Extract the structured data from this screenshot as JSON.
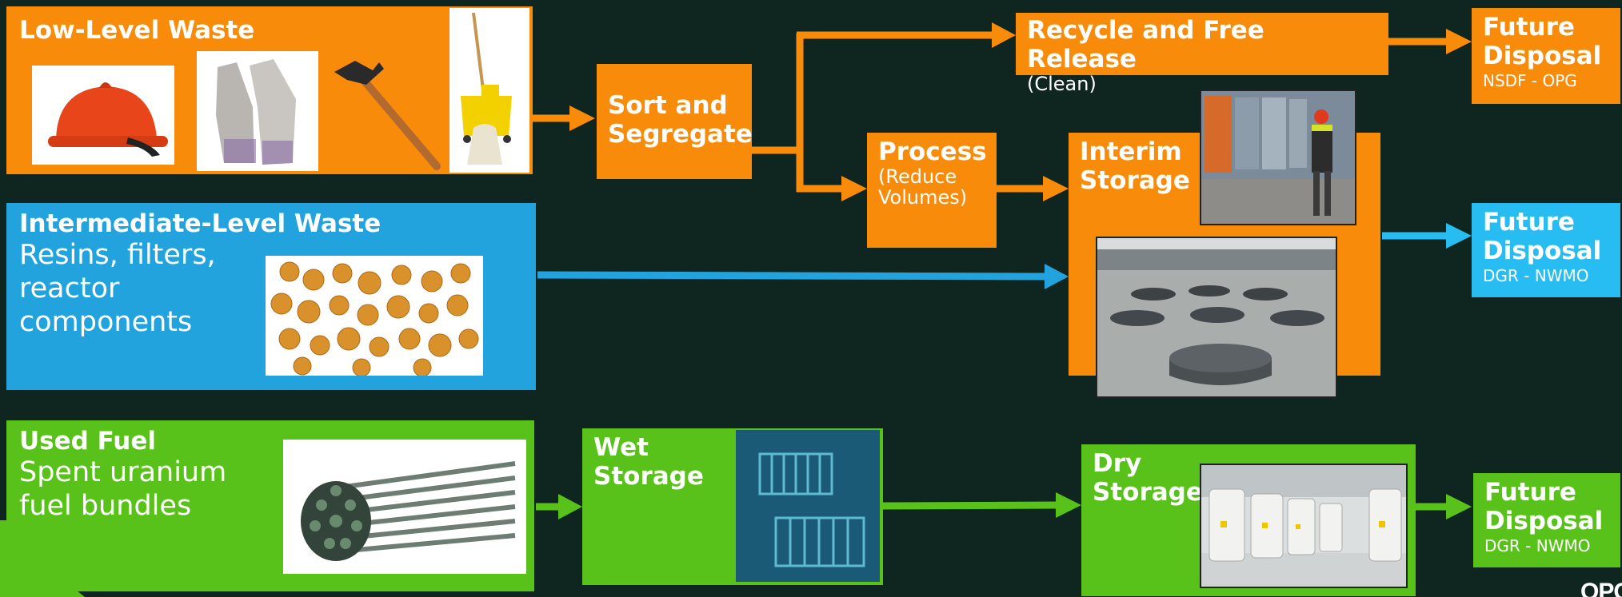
{
  "low_level": {
    "title": "Low-Level Waste"
  },
  "intermediate": {
    "title": "Intermediate-Level Waste",
    "desc": "Resins, filters, reactor components"
  },
  "used_fuel": {
    "title": "Used Fuel",
    "desc": "Spent uranium fuel bundles"
  },
  "sort": {
    "title": "Sort and Segregate"
  },
  "recycle": {
    "title": "Recycle and Free Release",
    "sub": "(Clean)"
  },
  "process": {
    "title": "Process",
    "sub": "(Reduce Volumes)"
  },
  "interim": {
    "title": "Interim Storage"
  },
  "wet": {
    "title": "Wet Storage"
  },
  "dry": {
    "title": "Dry Storage"
  },
  "future_1": {
    "title": "Future Disposal",
    "sub": "NSDF - OPG"
  },
  "future_2": {
    "title": "Future Disposal",
    "sub": "DGR - NWMO"
  },
  "future_3": {
    "title": "Future Disposal",
    "sub": "DGR - NWMO"
  },
  "logo": {
    "text": "OPG"
  },
  "colors": {
    "background": "#0f2520",
    "orange": "#f88c0a",
    "blue": "#22a3dd",
    "green": "#58c21a",
    "cyan": "#27bdf2"
  }
}
